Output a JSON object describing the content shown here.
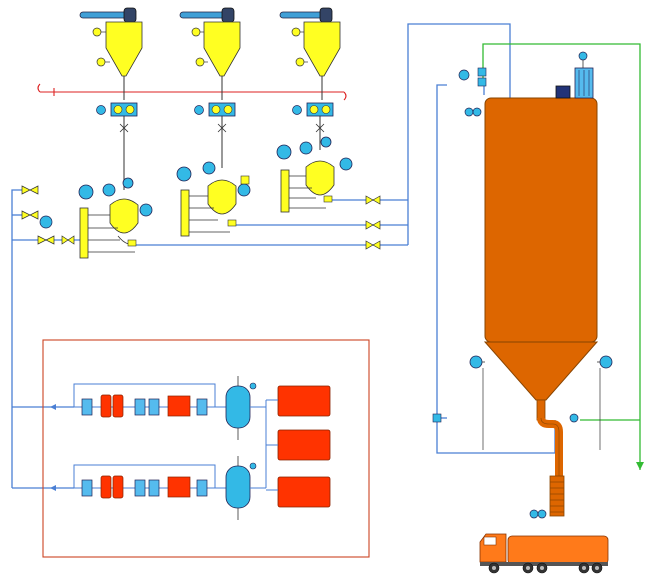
{
  "diagram": {
    "kind": "pneumatic-conveying-process-schematic",
    "labels_present": false
  },
  "colors": {
    "background": "#ffffff",
    "hopper_yellow": "#ffff22",
    "silo_orange": "#dd6600",
    "truck_orange": "#ff7a1a",
    "air_pipe_blue": "#4a7fd4",
    "vent_pipe_green": "#33bb33",
    "dust_line_red": "#dd2222",
    "instrument_cyan": "#33b9e6",
    "panel_border": "#cc4422",
    "red_unit": "#ff3300",
    "filter_blue": "#55bbee",
    "motor_navy": "#223377",
    "outline": "#333333"
  },
  "components": {
    "feed_hoppers": [
      {
        "id": "hopper-1"
      },
      {
        "id": "hopper-2"
      },
      {
        "id": "hopper-3"
      }
    ],
    "transmitters": [
      {
        "id": "transmitter-1"
      },
      {
        "id": "transmitter-2"
      },
      {
        "id": "transmitter-3"
      }
    ],
    "storage_silo": {
      "id": "storage-silo"
    },
    "blower_units": [
      {
        "id": "blower-line-1"
      },
      {
        "id": "blower-line-2"
      }
    ],
    "air_tanks": [
      {
        "id": "air-tank-1"
      },
      {
        "id": "air-tank-2"
      }
    ],
    "control_cabinets": [
      {
        "id": "cabinet-1"
      },
      {
        "id": "cabinet-2"
      },
      {
        "id": "cabinet-3"
      }
    ],
    "truck": {
      "id": "bulk-truck"
    }
  }
}
